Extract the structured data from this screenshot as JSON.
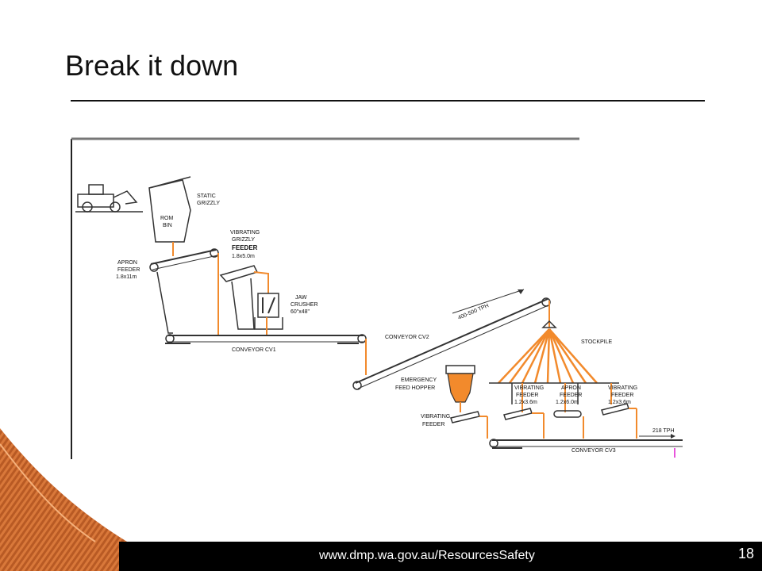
{
  "slide": {
    "title": "Break it down",
    "footer_url": "www.dmp.wa.gov.au/ResourcesSafety",
    "page_number": "18"
  },
  "colors": {
    "accent": "#f28a2c",
    "line": "#333333",
    "footer": "#000000",
    "swoosh": "#c8622a"
  },
  "diagram": {
    "labels": {
      "static_grizzly": [
        "STATIC",
        "GRIZZLY"
      ],
      "rom_bin": [
        "ROM",
        "BIN"
      ],
      "vibrating_grizzly_feeder": [
        "VIBRATING",
        "GRIZZLY",
        "FEEDER",
        "1.8x5.0m"
      ],
      "apron_feeder": [
        "APRON",
        "FEEDER",
        "1.8x11m"
      ],
      "jaw_crusher": [
        "JAW",
        "CRUSHER",
        "60\"x48\""
      ],
      "conveyor_cv1": "CONVEYOR CV1",
      "conveyor_cv2": "CONVEYOR CV2",
      "cv2_rate": "400-500 TPH",
      "stockpile": "STOCKPILE",
      "emergency_feed_hopper": [
        "EMERGENCY",
        "FEED HOPPER"
      ],
      "vibrating_feeder_left": [
        "VIBRATING",
        "FEEDER"
      ],
      "vibrating_feeder_1": [
        "VIBRATING",
        "FEEDER",
        "1.2x3.6m"
      ],
      "apron_feeder_2": [
        "APRON",
        "FEEDER",
        "1.2x6.0m"
      ],
      "vibrating_feeder_2": [
        "VIBRATING",
        "FEEDER",
        "1.2x3.6m"
      ],
      "conveyor_cv3": "CONVEYOR CV3",
      "output_rate": "218 TPH"
    }
  }
}
